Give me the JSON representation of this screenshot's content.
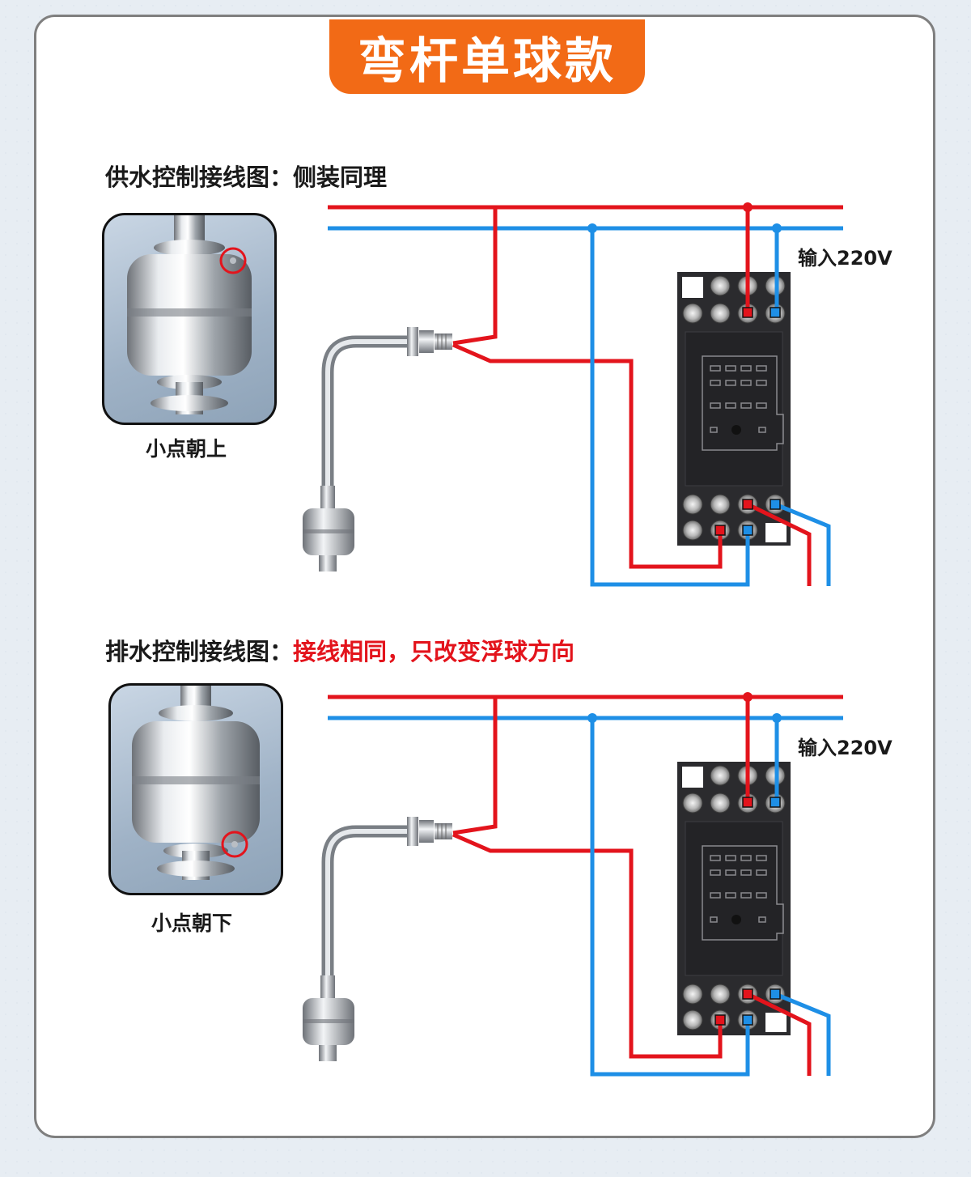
{
  "title": "弯杆单球款",
  "supply": {
    "heading": "供水控制接线图：",
    "note": "侧装同理",
    "caption": "小点朝上",
    "voltage_label": "输入220V"
  },
  "drain": {
    "heading": "排水控制接线图：",
    "note": "接线相同，只改变浮球方向",
    "caption": "小点朝下",
    "voltage_label": "输入220V"
  },
  "colors": {
    "accent": "#f26a16",
    "live_wire": "#e3141c",
    "neutral_wire": "#1e8fe6",
    "highlight": "#e3141c"
  }
}
